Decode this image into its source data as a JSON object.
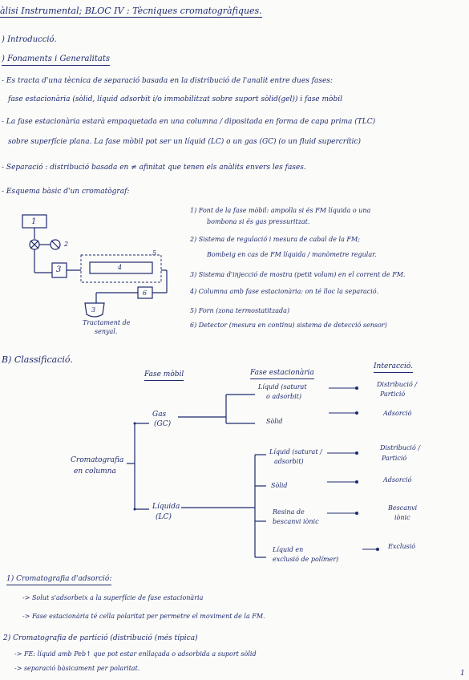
{
  "header": {
    "title": "àlisi Instrumental; BLOC IV : Tècniques cromatogràfiques."
  },
  "intro": {
    "l1": ") Introducció.",
    "l2": ") Fonaments i Generalitats"
  },
  "paragraphs": {
    "p1a": "- Es tracta d'una tècnica de separació basada en la distribució de l'analit entre dues fases:",
    "p1b": "fase estacionària (sòlid, líquid adsorbit i/o immobilitzat sobre suport sòlid(gel)) i fase mòbil",
    "p2a": "- La fase estacionària estarà empaquetada en una columna / dipositada en forma de capa prima (TLC)",
    "p2b": "sobre superfície plana. La fase mòbil pot ser un líquid (LC) o un gas (GC) (o un fluid supercrític)",
    "p3": "- Separació : distribució basada en ≠ afinitat que tenen els anàlits envers les fases.",
    "p4": "- Esquema bàsic d'un cromatògraf:"
  },
  "schematic": {
    "box1": "1",
    "label2": "2",
    "box3": "3",
    "box4": "4",
    "label5": "5",
    "box6": "6",
    "tank": "3",
    "caption_l1": "Tractament de",
    "caption_l2": "senyal."
  },
  "components": [
    "1) Font de la fase mòbil: ampolla si és FM líquida o una",
    "bombona si és gas pressuritzat.",
    "2) Sistema de regulació i mesura de cabal de la FM;",
    "Bombeig en cas de FM líquida / manòmetre regular.",
    "3) Sistema d'injecció de mostra (petit volum) en el corrent de FM.",
    "4) Columna amb fase estacionària: on té lloc la separació.",
    "5) Forn (zona termostatitzada)",
    "6) Detector (mesura en continu) sistema de detecció sensor)"
  ],
  "classification": {
    "heading": "B) Classificació.",
    "col_mobile": "Fase mòbil",
    "col_stationary": "Fase estacionària",
    "col_interaction": "Interacció.",
    "root_l1": "Cromatografia",
    "root_l2": "en columna",
    "gas_l1": "Gas",
    "gas_l2": "(GC)",
    "liq_l1": "Líquida",
    "liq_l2": "(LC)",
    "gas_branch1_l1": "Líquid (saturat",
    "gas_branch1_l2": "o adsorbit)",
    "gas_branch2": "Sòlid",
    "gas_int1_l1": "Distribució /",
    "gas_int1_l2": "Partició",
    "gas_int2": "Adsorció",
    "liq_branch1_l1": "Líquid (saturat /",
    "liq_branch1_l2": "adsorbit)",
    "liq_branch2": "Sòlid",
    "liq_branch3_l1": "Resina de",
    "liq_branch3_l2": "bescanvi iònic",
    "liq_branch4_l1": "Líquid en",
    "liq_branch4_l2": "exclusió de polímer)",
    "liq_int1_l1": "Distribució /",
    "liq_int1_l2": "Partició",
    "liq_int2": "Adsorció",
    "liq_int3_l1": "Bescanvi",
    "liq_int3_l2": "iònic",
    "liq_int4": "Exclusió"
  },
  "notes": {
    "n1_title": "1) Cromatografia d'adsorció:",
    "n1_a": "-> Solut s'adsorbeix a la superfície de fase estacionària",
    "n1_b": "-> Fase estacionària té cella polaritat per permetre el moviment de la FM.",
    "n2_title": "2) Cromatografia de partició (distribució (més típica)",
    "n2_a": "-> FE: líquid amb Peb↑ que pot estar enllaçada o adsorbida a suport sòlid",
    "n2_b": "-> separació bàsicament per polaritat."
  },
  "page_number": "1"
}
